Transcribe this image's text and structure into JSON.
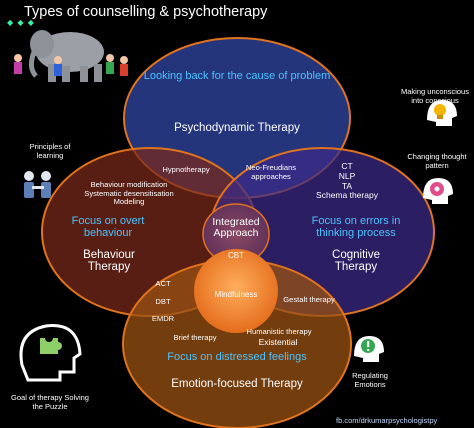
{
  "title": "Types of counselling & psychotherapy",
  "circles": {
    "top": {
      "focus": "Looking back for the cause of problem",
      "name": "Psychodynamic Therapy",
      "fill": "#2a3e91",
      "stroke": "#e0731d"
    },
    "left": {
      "focus": "Focus on overt behaviour",
      "name": "Behaviour Therapy",
      "fill": "#7a2a1c",
      "stroke": "#e0731d"
    },
    "right": {
      "focus": "Focus on errors in thinking process",
      "name": "Cognitive Therapy",
      "fill": "#3b2a88",
      "stroke": "#e0731d"
    },
    "bottom": {
      "focus": "Focus on distressed feelings",
      "name": "Emotion-focused Therapy",
      "fill": "#9a5213",
      "stroke": "#e0731d"
    }
  },
  "overlaps": {
    "hypnotherapy": "Hypnotherapy",
    "neo_freudians": "Neo-Freudians approaches",
    "behaviour_techniques": [
      "Behaviour modification",
      "Systematic desensitisation",
      "Modeling"
    ],
    "cognitive_techniques": [
      "CT",
      "NLP",
      "TA",
      "Schema therapy"
    ],
    "integrated": "Integrated Approach",
    "cbt": "CBT",
    "mindfulness": "Mindfulness",
    "act": "ACT",
    "dbt": "DBT",
    "emdr": "EMDR",
    "gestalt": "Gestalt therapy",
    "brief": "Brief therapy",
    "humanistic": "Humanistic therapy",
    "existential": "Existential"
  },
  "side_notes": {
    "making_unconscious": "Making unconscious into conscious",
    "principles_learning": "Principles of learning",
    "changing_thought": "Changing thought pattern",
    "goal_therapy": "Goal of therapy Solving the Puzzle",
    "regulating_emotions": "Regulating Emotions"
  },
  "footer": "fb.com/drkumarpsychologistpy",
  "decor_dots": "◆ ◆ ◆",
  "icons": [
    "elephant-blind-men-icon",
    "lightbulb-head-icon",
    "handshake-icon",
    "gear-head-icon",
    "puzzle-head-icon",
    "exclamation-head-icon"
  ],
  "accent_colors": {
    "blue_text": "#4cc3ff",
    "teal_dots": "#37f2a3",
    "circle_outline": "#e0731d"
  }
}
